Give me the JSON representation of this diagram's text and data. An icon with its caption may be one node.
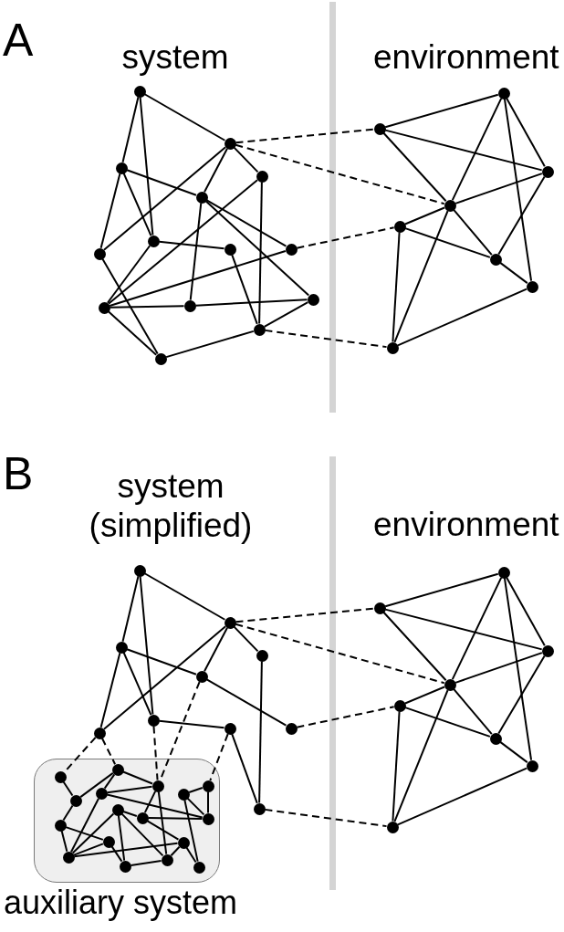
{
  "diagram": {
    "nodes": [
      {
        "text": [],
        "shape": "circle"
      },
      {
        "text": [],
        "shape": "circle"
      },
      {
        "text": [],
        "shape": "circle"
      },
      {
        "text": [],
        "shape": "circle"
      },
      {
        "text": [],
        "shape": "circle"
      },
      {
        "text": [],
        "shape": "circle"
      },
      {
        "text": [],
        "shape": "circle"
      },
      {
        "text": [],
        "shape": "circle"
      },
      {
        "text": [],
        "shape": "circle"
      },
      {
        "text": [],
        "shape": "circle"
      },
      {
        "text": [],
        "shape": "circle"
      },
      {
        "text": [],
        "shape": "circle"
      },
      {
        "text": [],
        "shape": "circle"
      },
      {
        "text": [],
        "shape": "circle"
      },
      {
        "text": [],
        "shape": "circle"
      },
      {
        "text": [],
        "shape": "circle"
      },
      {
        "text": [],
        "shape": "circle"
      },
      {
        "text": [],
        "shape": "circle"
      },
      {
        "text": [],
        "shape": "circle"
      },
      {
        "text": [],
        "shape": "circle"
      },
      {
        "text": [],
        "shape": "circle"
      },
      {
        "text": [],
        "shape": "circle"
      },
      {
        "text": [],
        "shape": "circle"
      },
      {
        "text": [],
        "shape": "circle"
      },
      {
        "text": [],
        "shape": "circle"
      },
      {
        "text": [],
        "shape": "circle"
      },
      {
        "text": [],
        "shape": "circle"
      },
      {
        "text": [],
        "shape": "circle"
      },
      {
        "text": [],
        "shape": "circle"
      },
      {
        "text": [],
        "shape": "circle"
      },
      {
        "text": [],
        "shape": "circle"
      },
      {
        "text": [],
        "shape": "circle"
      },
      {
        "text": [
          "auxiliary system"
        ]
      },
      {
        "text": [],
        "shape": "circle",
        "in": 32
      },
      {
        "text": [],
        "shape": "circle",
        "in": 32
      },
      {
        "text": [],
        "shape": "circle",
        "in": 32
      },
      {
        "text": [],
        "shape": "circle",
        "in": 32
      },
      {
        "text": [],
        "shape": "circle",
        "in": 32
      },
      {
        "text": [],
        "shape": "circle",
        "in": 32
      },
      {
        "text": [],
        "shape": "circle",
        "in": 32
      },
      {
        "text": [],
        "shape": "circle",
        "in": 32
      },
      {
        "text": [],
        "shape": "circle",
        "in": 32
      },
      {
        "text": [],
        "shape": "circle",
        "in": 32
      },
      {
        "text": [],
        "shape": "circle",
        "in": 32
      },
      {
        "text": [],
        "shape": "circle",
        "in": 32
      },
      {
        "text": [],
        "shape": "circle",
        "in": 32
      },
      {
        "text": [],
        "shape": "circle",
        "in": 32
      },
      {
        "text": [],
        "shape": "circle",
        "in": 32
      },
      {
        "text": [],
        "shape": "circle",
        "in": 32
      },
      {
        "text": [],
        "shape": "circle",
        "in": 32
      },
      {
        "text": [],
        "shape": "circle"
      },
      {
        "text": [],
        "shape": "circle"
      },
      {
        "text": [],
        "shape": "circle"
      },
      {
        "text": [],
        "shape": "circle"
      },
      {
        "text": [],
        "shape": "circle"
      },
      {
        "text": [],
        "shape": "circle"
      },
      {
        "text": [],
        "shape": "circle"
      },
      {
        "text": [],
        "shape": "circle"
      }
    ],
    "edges": [
      {
        "from": 0,
        "to": 1,
        "arrow": "none"
      },
      {
        "from": 0,
        "to": 2,
        "arrow": "none"
      },
      {
        "from": 0,
        "to": 6,
        "arrow": "none"
      },
      {
        "from": 1,
        "to": 3,
        "arrow": "none"
      },
      {
        "from": 1,
        "to": 4,
        "arrow": "none"
      },
      {
        "from": 1,
        "to": 5,
        "arrow": "none"
      },
      {
        "from": 2,
        "to": 5,
        "arrow": "none"
      },
      {
        "from": 2,
        "to": 6,
        "arrow": "none"
      },
      {
        "from": 2,
        "to": 4,
        "arrow": "none"
      },
      {
        "from": 4,
        "to": 8,
        "arrow": "none"
      },
      {
        "from": 4,
        "to": 11,
        "arrow": "none"
      },
      {
        "from": 4,
        "to": 10,
        "arrow": "none"
      },
      {
        "from": 3,
        "to": 9,
        "arrow": "none"
      },
      {
        "from": 3,
        "to": 12,
        "arrow": "none"
      },
      {
        "from": 6,
        "to": 7,
        "arrow": "none"
      },
      {
        "from": 6,
        "to": 9,
        "arrow": "none"
      },
      {
        "from": 7,
        "to": 12,
        "arrow": "none"
      },
      {
        "from": 5,
        "to": 13,
        "arrow": "none"
      },
      {
        "from": 9,
        "to": 8,
        "arrow": "none"
      },
      {
        "from": 9,
        "to": 10,
        "arrow": "none"
      },
      {
        "from": 10,
        "to": 11,
        "arrow": "none"
      },
      {
        "from": 9,
        "to": 13,
        "arrow": "none"
      },
      {
        "from": 13,
        "to": 12,
        "arrow": "none"
      },
      {
        "from": 12,
        "to": 11,
        "arrow": "none"
      },
      {
        "from": 1,
        "to": 15,
        "arrow": "none",
        "style": "dashed"
      },
      {
        "from": 1,
        "to": 17,
        "arrow": "none",
        "style": "dashed"
      },
      {
        "from": 8,
        "to": 18,
        "arrow": "none",
        "style": "dashed"
      },
      {
        "from": 12,
        "to": 21,
        "arrow": "none",
        "style": "dashed"
      },
      {
        "from": 15,
        "to": 14,
        "arrow": "none"
      },
      {
        "from": 15,
        "to": 16,
        "arrow": "none"
      },
      {
        "from": 15,
        "to": 17,
        "arrow": "none"
      },
      {
        "from": 14,
        "to": 17,
        "arrow": "none"
      },
      {
        "from": 14,
        "to": 16,
        "arrow": "none"
      },
      {
        "from": 14,
        "to": 20,
        "arrow": "none"
      },
      {
        "from": 17,
        "to": 16,
        "arrow": "none"
      },
      {
        "from": 17,
        "to": 18,
        "arrow": "none"
      },
      {
        "from": 17,
        "to": 19,
        "arrow": "none"
      },
      {
        "from": 17,
        "to": 21,
        "arrow": "none"
      },
      {
        "from": 16,
        "to": 19,
        "arrow": "none"
      },
      {
        "from": 18,
        "to": 19,
        "arrow": "none"
      },
      {
        "from": 18,
        "to": 21,
        "arrow": "none"
      },
      {
        "from": 19,
        "to": 20,
        "arrow": "none"
      },
      {
        "from": 20,
        "to": 21,
        "arrow": "none"
      },
      {
        "from": 22,
        "to": 23,
        "arrow": "none"
      },
      {
        "from": 22,
        "to": 24,
        "arrow": "none"
      },
      {
        "from": 22,
        "to": 28,
        "arrow": "none"
      },
      {
        "from": 23,
        "to": 25,
        "arrow": "none"
      },
      {
        "from": 23,
        "to": 26,
        "arrow": "none"
      },
      {
        "from": 23,
        "to": 27,
        "arrow": "none"
      },
      {
        "from": 24,
        "to": 27,
        "arrow": "none"
      },
      {
        "from": 24,
        "to": 28,
        "arrow": "none"
      },
      {
        "from": 24,
        "to": 26,
        "arrow": "none"
      },
      {
        "from": 26,
        "to": 30,
        "arrow": "none"
      },
      {
        "from": 28,
        "to": 29,
        "arrow": "none"
      },
      {
        "from": 25,
        "to": 31,
        "arrow": "none"
      },
      {
        "from": 29,
        "to": 31,
        "arrow": "none"
      },
      {
        "from": 23,
        "to": 51,
        "arrow": "none",
        "style": "dashed"
      },
      {
        "from": 23,
        "to": 53,
        "arrow": "none",
        "style": "dashed"
      },
      {
        "from": 30,
        "to": 54,
        "arrow": "none",
        "style": "dashed"
      },
      {
        "from": 31,
        "to": 57,
        "arrow": "none",
        "style": "dashed"
      },
      {
        "from": 27,
        "to": 33,
        "arrow": "none",
        "style": "dashed"
      },
      {
        "from": 27,
        "to": 34,
        "arrow": "none",
        "style": "dashed"
      },
      {
        "from": 28,
        "to": 35,
        "arrow": "none",
        "style": "dashed"
      },
      {
        "from": 26,
        "to": 35,
        "arrow": "none",
        "style": "dashed"
      },
      {
        "from": 29,
        "to": 39,
        "arrow": "none",
        "style": "dashed"
      },
      {
        "from": 33,
        "to": 37,
        "arrow": "none"
      },
      {
        "from": 37,
        "to": 34,
        "arrow": "none"
      },
      {
        "from": 37,
        "to": 43,
        "arrow": "none"
      },
      {
        "from": 34,
        "to": 36,
        "arrow": "none"
      },
      {
        "from": 34,
        "to": 35,
        "arrow": "none"
      },
      {
        "from": 36,
        "to": 35,
        "arrow": "none"
      },
      {
        "from": 36,
        "to": 42,
        "arrow": "none"
      },
      {
        "from": 36,
        "to": 46,
        "arrow": "none"
      },
      {
        "from": 35,
        "to": 41,
        "arrow": "none"
      },
      {
        "from": 35,
        "to": 47,
        "arrow": "none"
      },
      {
        "from": 41,
        "to": 42,
        "arrow": "none"
      },
      {
        "from": 41,
        "to": 45,
        "arrow": "none"
      },
      {
        "from": 40,
        "to": 41,
        "arrow": "none"
      },
      {
        "from": 40,
        "to": 46,
        "arrow": "none"
      },
      {
        "from": 40,
        "to": 48,
        "arrow": "none"
      },
      {
        "from": 40,
        "to": 47,
        "arrow": "none"
      },
      {
        "from": 43,
        "to": 44,
        "arrow": "none"
      },
      {
        "from": 44,
        "to": 48,
        "arrow": "none"
      },
      {
        "from": 43,
        "to": 46,
        "arrow": "none"
      },
      {
        "from": 46,
        "to": 44,
        "arrow": "none"
      },
      {
        "from": 46,
        "to": 45,
        "arrow": "none"
      },
      {
        "from": 45,
        "to": 47,
        "arrow": "none"
      },
      {
        "from": 47,
        "to": 48,
        "arrow": "none"
      },
      {
        "from": 38,
        "to": 39,
        "arrow": "none"
      },
      {
        "from": 38,
        "to": 42,
        "arrow": "none"
      },
      {
        "from": 39,
        "to": 42,
        "arrow": "none"
      },
      {
        "from": 38,
        "to": 49,
        "arrow": "none"
      },
      {
        "from": 45,
        "to": 49,
        "arrow": "none"
      },
      {
        "from": 51,
        "to": 50,
        "arrow": "none"
      },
      {
        "from": 51,
        "to": 52,
        "arrow": "none"
      },
      {
        "from": 51,
        "to": 53,
        "arrow": "none"
      },
      {
        "from": 50,
        "to": 53,
        "arrow": "none"
      },
      {
        "from": 50,
        "to": 52,
        "arrow": "none"
      },
      {
        "from": 50,
        "to": 56,
        "arrow": "none"
      },
      {
        "from": 53,
        "to": 52,
        "arrow": "none"
      },
      {
        "from": 53,
        "to": 54,
        "arrow": "none"
      },
      {
        "from": 53,
        "to": 55,
        "arrow": "none"
      },
      {
        "from": 53,
        "to": 57,
        "arrow": "none"
      },
      {
        "from": 52,
        "to": 55,
        "arrow": "none"
      },
      {
        "from": 54,
        "to": 55,
        "arrow": "none"
      },
      {
        "from": 54,
        "to": 57,
        "arrow": "none"
      },
      {
        "from": 55,
        "to": 56,
        "arrow": "none"
      },
      {
        "from": 56,
        "to": 57,
        "arrow": "none"
      }
    ],
    "labels": [
      "A",
      "system",
      "environment",
      "B",
      "system (simplified)",
      "environment"
    ]
  }
}
